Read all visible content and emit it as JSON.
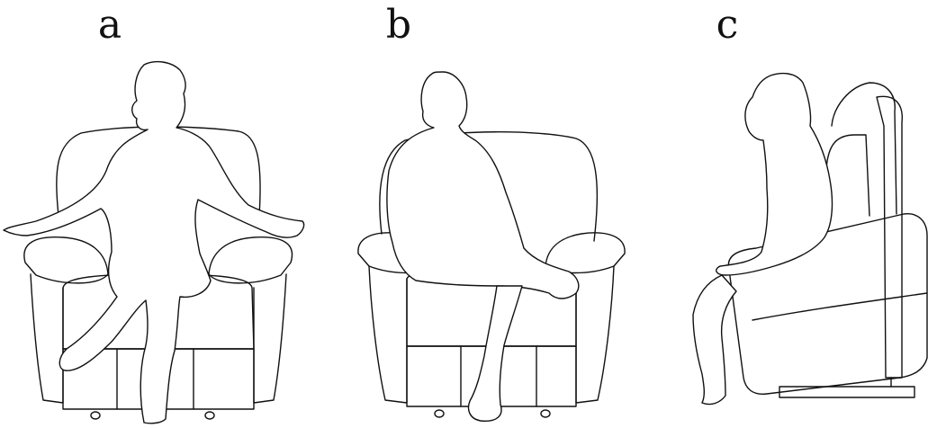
{
  "panels": [
    {
      "label": "a"
    },
    {
      "label": "b"
    },
    {
      "label": "c"
    }
  ],
  "colors": {
    "line": "#111111",
    "background": "#ffffff"
  }
}
